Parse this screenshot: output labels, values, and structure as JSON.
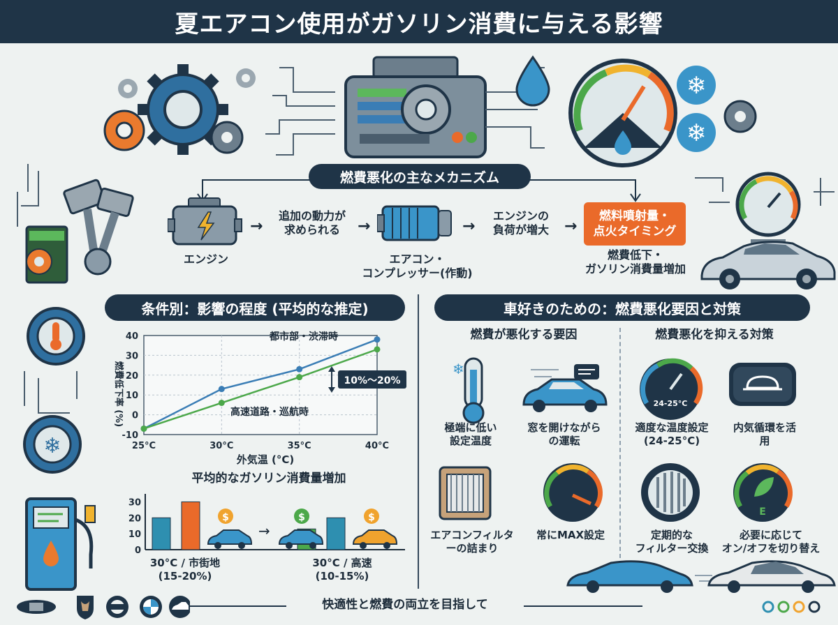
{
  "title": "夏エアコン使用がガソリン消費に与える影響",
  "mechanism": {
    "heading": "燃費悪化の主なメカニズム",
    "engine_label": "エンジン",
    "step1": "追加の動力が\n求められる",
    "compressor_label": "エアコン・\nコンプレッサー(作動)",
    "step2": "エンジンの\n負荷が増大",
    "highlight": "燃料噴射量・\n点火タイミング",
    "result": "燃費低下・\nガソリン消費量増加"
  },
  "left_section": {
    "heading": "条件別：影響の程度 (平均的な推定)",
    "line_chart": {
      "series_label_city": "都市部・渋滞時",
      "series_label_highway": "高速道路・巡航時",
      "range_label": "10%～20%",
      "ylabel": "燃費低下率 (%)",
      "xlabel": "外気温 (°C)"
    },
    "bar_chart": {
      "title": "平均的なガソリン消費量増加",
      "city_label": "30°C / 市街地\n(15-20%)",
      "highway_label": "30°C / 高速\n(10-15%)"
    }
  },
  "right_section": {
    "heading": "車好きのための：燃費悪化要因と対策",
    "causes_heading": "燃費が悪化する要因",
    "measures_heading": "燃費悪化を抑える対策",
    "causes": [
      "極端に低い\n設定温度",
      "窓を開けながら\nの運転",
      "エアコンフィルタ\nーの詰まり",
      "常にMAX設定"
    ],
    "measures": [
      "適度な温度設定\n(24-25°C)",
      "内気循環を活\n用",
      "定期的な\nフィルター交換",
      "必要に応じて\nオン/オフを切り替え"
    ],
    "gauge_text": "24-25°C",
    "eco_letter": "E"
  },
  "footer": {
    "text": "快適性と燃費の両立を目指して"
  },
  "chart_data": [
    {
      "type": "line",
      "x": [
        "25°C",
        "30°C",
        "35°C",
        "40°C"
      ],
      "series": [
        {
          "name": "都市部・渋滞時",
          "values": [
            -7,
            13,
            23,
            38
          ]
        },
        {
          "name": "高速道路・巡航時",
          "values": [
            -7,
            6,
            19,
            33
          ]
        }
      ],
      "ylabel": "燃費低下率 (%)",
      "xlabel": "外気温 (°C)",
      "ylim": [
        -10,
        40
      ],
      "yticks": [
        -10,
        0,
        10,
        20,
        30,
        40
      ],
      "grid": true
    },
    {
      "type": "bar",
      "title": "平均的なガソリン消費量増加",
      "groups": [
        {
          "label": "30°C / 市街地 (15-20%)",
          "values": [
            20,
            30
          ]
        },
        {
          "label": "30°C / 高速 (10-15%)",
          "values": [
            13,
            20
          ]
        }
      ],
      "ylim": [
        0,
        35
      ],
      "yticks": [
        0,
        10,
        20,
        30
      ]
    }
  ],
  "colors": {
    "navy": "#1f3447",
    "orange": "#ea6a2a",
    "blue": "#3a7db5",
    "green": "#4ca84a",
    "teal": "#2e8fb0"
  }
}
